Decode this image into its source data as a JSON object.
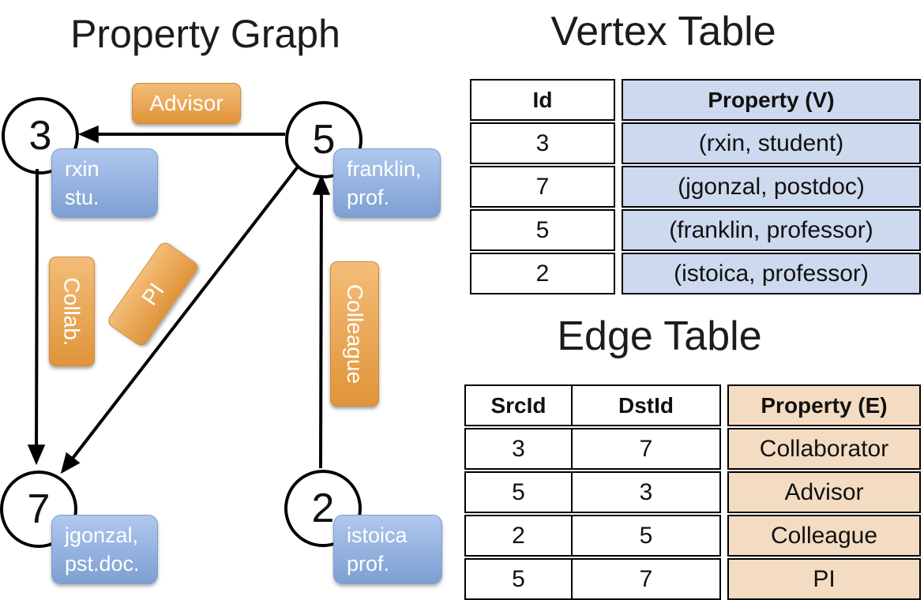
{
  "graph": {
    "title": "Property Graph",
    "nodes": [
      {
        "id": "3",
        "label_lines": [
          "rxin",
          "stu."
        ]
      },
      {
        "id": "5",
        "label_lines": [
          "franklin,",
          "prof."
        ]
      },
      {
        "id": "7",
        "label_lines": [
          "jgonzal,",
          "pst.doc."
        ]
      },
      {
        "id": "2",
        "label_lines": [
          "istoica",
          "prof."
        ]
      }
    ],
    "edges": [
      {
        "from": "5",
        "to": "3",
        "label": "Advisor"
      },
      {
        "from": "3",
        "to": "7",
        "label": "Collab."
      },
      {
        "from": "5",
        "to": "7",
        "label": "PI"
      },
      {
        "from": "2",
        "to": "5",
        "label": "Colleague"
      }
    ]
  },
  "vertex_table": {
    "title": "Vertex Table",
    "columns": [
      "Id",
      "Property (V)"
    ],
    "rows": [
      {
        "id": "3",
        "property": "(rxin, student)"
      },
      {
        "id": "7",
        "property": "(jgonzal, postdoc)"
      },
      {
        "id": "5",
        "property": "(franklin, professor)"
      },
      {
        "id": "2",
        "property": "(istoica, professor)"
      }
    ]
  },
  "edge_table": {
    "title": "Edge Table",
    "columns": [
      "SrcId",
      "DstId",
      "Property (E)"
    ],
    "rows": [
      {
        "src": "3",
        "dst": "7",
        "property": "Collaborator"
      },
      {
        "src": "5",
        "dst": "3",
        "property": "Advisor"
      },
      {
        "src": "2",
        "dst": "5",
        "property": "Colleague"
      },
      {
        "src": "5",
        "dst": "7",
        "property": "PI"
      }
    ]
  },
  "colors": {
    "edge_label_top": "#f3bd78",
    "edge_label_bottom": "#e0943a",
    "vertex_label_top": "#afc8ee",
    "vertex_label_bottom": "#7d9fd2",
    "vertex_column_fill": "#cdd9ee",
    "edge_column_fill": "#f3dcc2"
  }
}
